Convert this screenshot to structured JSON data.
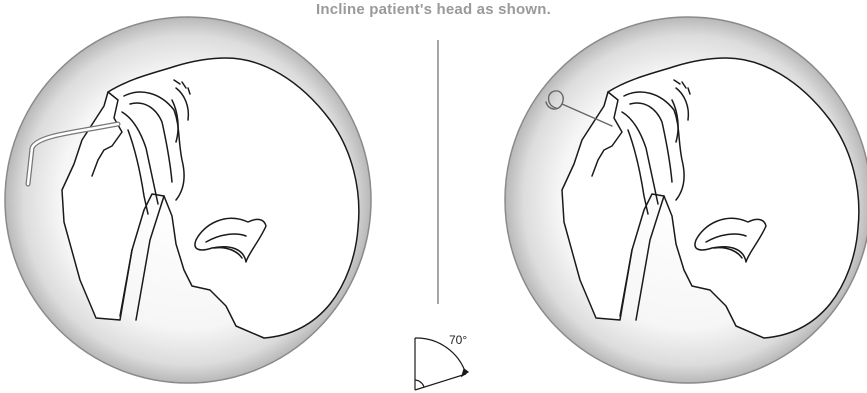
{
  "caption": "Incline patient's head as shown.",
  "angle": {
    "label": "70°",
    "degrees": 70
  },
  "left_panel": {
    "name": "head-profile-with-tube"
  },
  "right_panel": {
    "name": "head-profile-inclined"
  },
  "colors": {
    "caption": "#9a9a9a",
    "outline": "#1a1a1a",
    "circle_edge": "#8a8a8a"
  }
}
